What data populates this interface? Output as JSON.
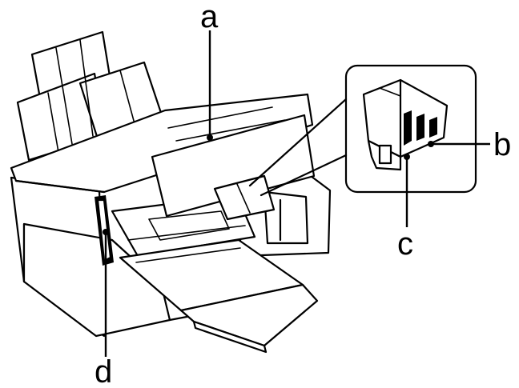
{
  "diagram": {
    "labels": {
      "a": "a",
      "b": "b",
      "c": "c",
      "d": "d"
    }
  }
}
